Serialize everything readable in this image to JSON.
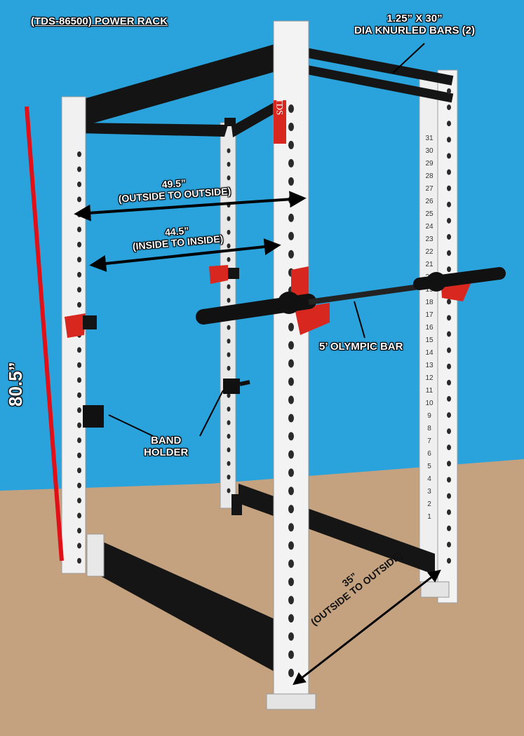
{
  "title": "(TDS-86500) POWER RACK",
  "labels": {
    "knurled_bars": [
      "1.25” X 30”",
      "DIA KNURLED BARS (2)"
    ],
    "outside_width": [
      "49.5”",
      "(OUTSIDE TO OUTSIDE)"
    ],
    "inside_width": [
      "44.5”",
      "(INSIDE TO INSIDE)"
    ],
    "olympic_bar": "5’ OLYMPIC BAR",
    "band_holder": [
      "BAND",
      "HOLDER"
    ],
    "depth": [
      "35”",
      "(OUTSIDE TO OUTSIDE)"
    ],
    "height": "80.5”"
  },
  "logo_text": "TDS",
  "upright_numbers": [
    "31",
    "30",
    "29",
    "28",
    "27",
    "26",
    "25",
    "24",
    "23",
    "22",
    "21",
    "20",
    "19",
    "18",
    "17",
    "16",
    "15",
    "14",
    "13",
    "12",
    "11",
    "10",
    "9",
    "8",
    "7",
    "6",
    "5",
    "4",
    "3",
    "2",
    "1"
  ],
  "colors": {
    "wall": "#2aa3dc",
    "floor": "#c4a27f",
    "upright": "#f1f1f1",
    "frame": "#141414",
    "accent_red": "#d8271f",
    "label": "#ffffff"
  },
  "icons": [
    "power-rack-illustration",
    "dimension-arrow",
    "leader-line"
  ]
}
